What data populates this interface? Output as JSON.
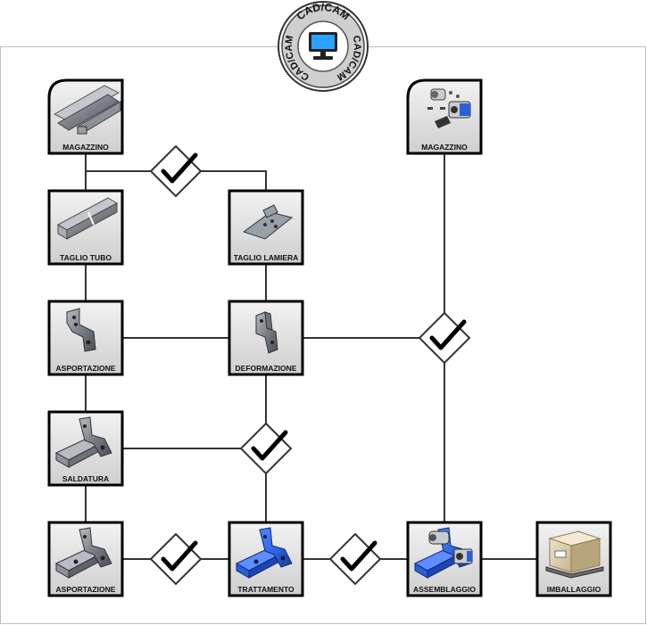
{
  "badge": {
    "top_text": "CAD/CAM",
    "left_text": "CAD/CAM",
    "right_text": "CAD/CAM",
    "icon": "computer-monitor-icon"
  },
  "nodes": {
    "magazzino_tubi": {
      "label": "MAGAZZINO",
      "icon": "metal-profiles-icon"
    },
    "magazzino_comp": {
      "label": "MAGAZZINO",
      "icon": "mechanical-components-icon"
    },
    "taglio_tubo": {
      "label": "TAGLIO TUBO",
      "icon": "cut-tube-icon"
    },
    "taglio_lamiera": {
      "label": "TAGLIO LAMIERA",
      "icon": "cut-sheet-icon"
    },
    "asportazione_1": {
      "label": "ASPORTAZIONE",
      "icon": "machined-part-icon"
    },
    "deformazione": {
      "label": "DEFORMAZIONE",
      "icon": "bent-sheet-icon"
    },
    "saldatura": {
      "label": "SALDATURA",
      "icon": "welded-assembly-icon"
    },
    "asportazione_2": {
      "label": "ASPORTAZIONE",
      "icon": "machined-assembly-icon"
    },
    "trattamento": {
      "label": "TRATTAMENTO",
      "icon": "painted-part-icon"
    },
    "assemblaggio": {
      "label": "ASSEMBLAGGIO",
      "icon": "assembled-unit-icon"
    },
    "imballaggio": {
      "label": "IMBALLAGGIO",
      "icon": "packed-box-icon"
    }
  },
  "checks_icon": "checkmark-icon",
  "colors": {
    "line": "#333333",
    "frame": "#000000",
    "tile": "#d9d9d9",
    "treated": "#2b5ed8",
    "badge": "#cfcfcf"
  }
}
